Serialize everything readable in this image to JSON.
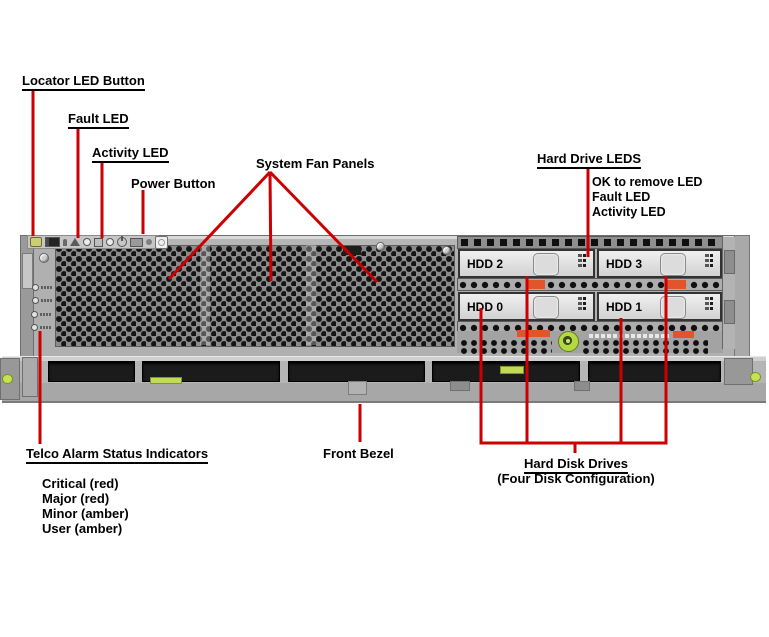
{
  "figure": {
    "type": "server-front-panel-callout-diagram",
    "labels": {
      "locator": "Locator LED Button",
      "fault": "Fault LED",
      "activity": "Activity LED",
      "power": "Power Button",
      "fan_panels": "System Fan Panels",
      "front_bezel": "Front Bezel",
      "hard_drive_leds": {
        "title": "Hard Drive LEDS",
        "items": [
          "OK to remove LED",
          "Fault LED",
          "Activity LED"
        ]
      },
      "telco": {
        "title": "Telco Alarm Status Indicators",
        "items": [
          "Critical (red)",
          "Major (red)",
          "Minor (amber)",
          "User (amber)"
        ]
      },
      "hard_disks": {
        "title": "Hard Disk Drives",
        "subtitle": "(Four Disk Configuration)"
      }
    },
    "hdd_bays": [
      {
        "label": "HDD 2"
      },
      {
        "label": "HDD 3"
      },
      {
        "label": "HDD 0"
      },
      {
        "label": "HDD 1"
      }
    ],
    "colors": {
      "callout_red": "#cc0000",
      "chassis_gray": "#b2b2b2",
      "bay_face": "#e9e9e9",
      "accent_green": "#b5d944",
      "accent_orange": "#e2552c"
    }
  }
}
